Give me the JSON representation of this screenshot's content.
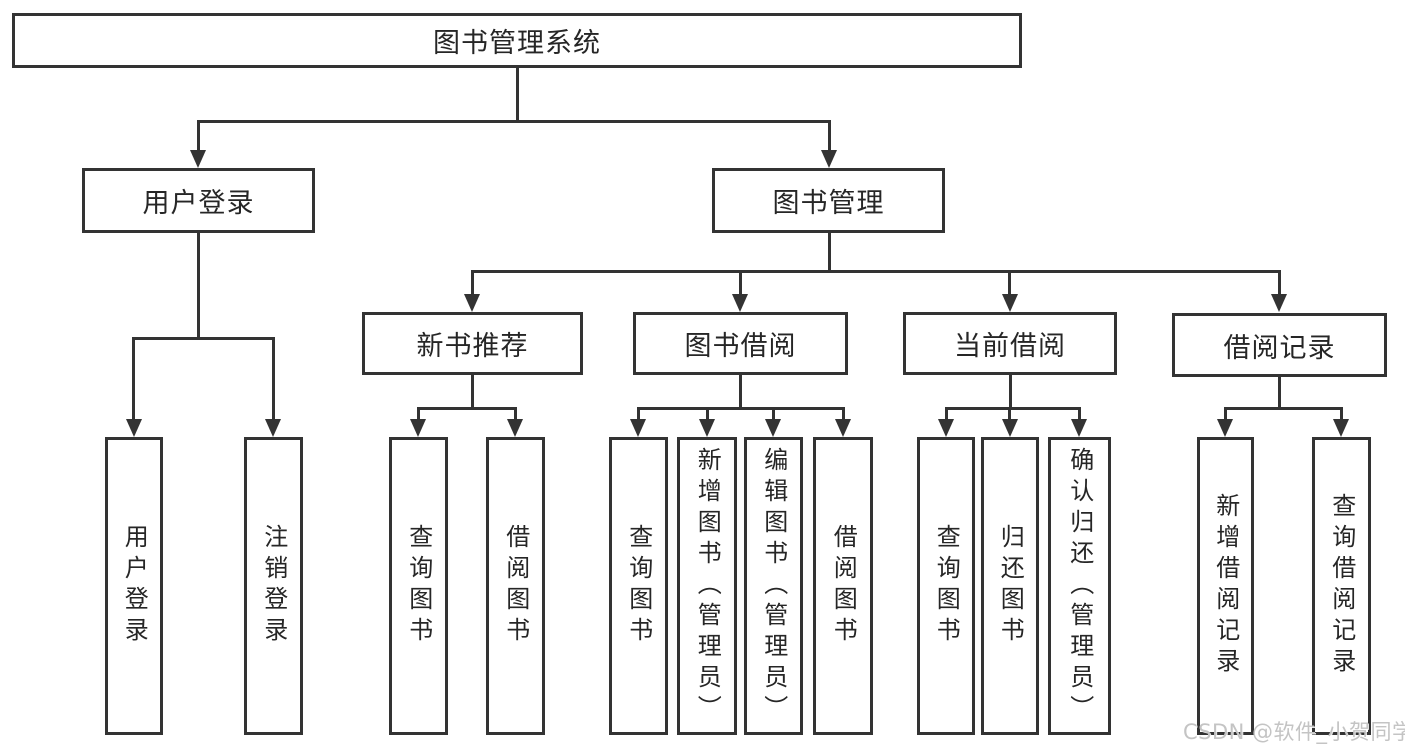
{
  "colors": {
    "background": "#ffffff",
    "line": "#333333",
    "text": "#262626",
    "watermark": "#c4c4c4"
  },
  "diagram": {
    "title": "图书管理系统",
    "level2": [
      {
        "label": "用户登录"
      },
      {
        "label": "图书管理"
      }
    ],
    "level3": [
      {
        "label": "新书推荐"
      },
      {
        "label": "图书借阅"
      },
      {
        "label": "当前借阅"
      },
      {
        "label": "借阅记录"
      }
    ],
    "groups": [
      {
        "parent": "用户登录",
        "children": [
          "用户登录",
          "注销登录"
        ]
      },
      {
        "parent": "新书推荐",
        "children": [
          "查询图书",
          "借阅图书"
        ]
      },
      {
        "parent": "图书借阅",
        "children": [
          "查询图书",
          "新增图书（管理员）",
          "编辑图书（管理员）",
          "借阅图书"
        ]
      },
      {
        "parent": "当前借阅",
        "children": [
          "查询图书",
          "归还图书",
          "确认归还（管理员）"
        ]
      },
      {
        "parent": "借阅记录",
        "children": [
          "新增借阅记录",
          "查询借阅记录"
        ]
      }
    ]
  },
  "watermark": "CSDN @软件_小贺同学"
}
